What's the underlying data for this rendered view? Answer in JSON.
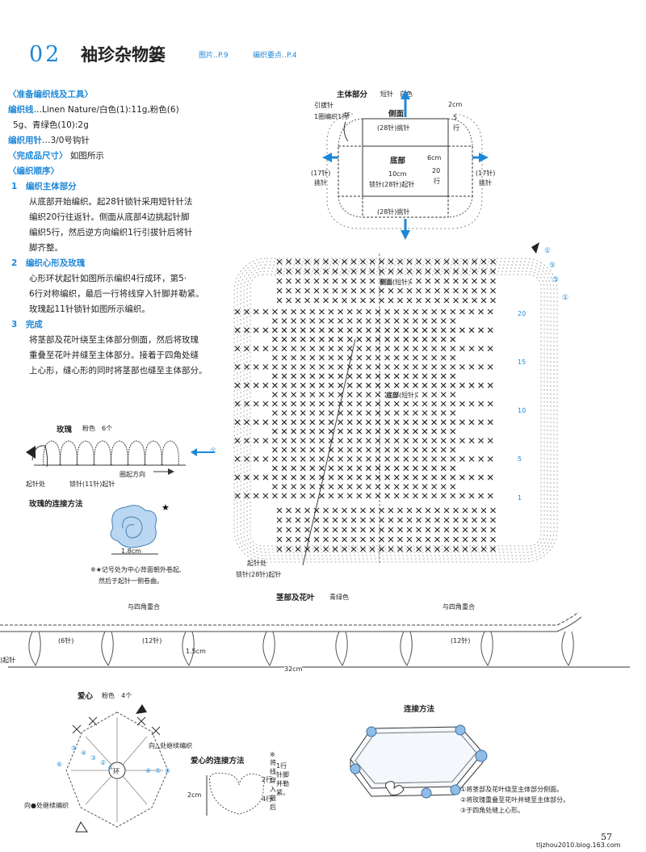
{
  "header": {
    "number": "02",
    "title": "袖珍杂物篓",
    "ref_photo": "图片‥P.9",
    "ref_points": "编织要点‥P.4"
  },
  "materials": {
    "h1": "〈准备编织线及工具〉",
    "yarn_label": "编织线",
    "yarn_text": "…Linen Nature/白色(1):11g,粉色(6)",
    "yarn_text2": "5g、青绿色(10):2g",
    "needle_label": "编织用针",
    "needle_text": "…3/0号钩针",
    "size_h": "〈完成品尺寸〉",
    "size_text": "如图所示",
    "order_h": "〈编织顺序〉"
  },
  "steps": [
    {
      "num": "1",
      "title": "编织主体部分",
      "lines": [
        "从底部开始编织。起28针锁针采用短针针法",
        "编织20行往返针。侧面从底部4边挑起针脚",
        "编织5行，然后逆方向编织1行引拔针后将针",
        "脚齐整。"
      ]
    },
    {
      "num": "2",
      "title": "编织心形及玫瑰",
      "lines": [
        "心形环状起针如图所示编织4行成环，第5·",
        "6行对称编织，最后一行将线穿入针脚并勒紧。",
        "玫瑰起11针锁针如图所示编织。"
      ]
    },
    {
      "num": "3",
      "title": "完成",
      "lines": [
        "将茎部及花叶绕至主体部分侧面，然后将玫瑰",
        "重叠至花叶并缝至主体部分。接着于四角处缝",
        "上心形，缝心形的同时将茎部也缝至主体部分。"
      ]
    }
  ],
  "body_diagram": {
    "title": "主体部分",
    "sub": "短针　白色",
    "slip": "引拔针",
    "slip2": "1圈编织1行",
    "side": "侧面",
    "bottom": "底部",
    "pick28": "(28针)挑针",
    "pick17": "(17针)",
    "pick17b": "挑针",
    "cm2": "2cm",
    "rows5": "5",
    "row_unit": "行",
    "cm6": "6cm",
    "rows20": "20",
    "cm10": "10cm",
    "chain28": "锁针(28针)起针",
    "ring": "环"
  },
  "chart": {
    "side_label": "侧面",
    "side_sub": "(短针)",
    "bottom_label": "底部",
    "bottom_sub": "(短针)",
    "start1": "起针处",
    "start2": "锁针(28针)起针",
    "row_markers": [
      "20",
      "15",
      "10",
      "5",
      "1"
    ],
    "side_rows": [
      "①",
      "⑤",
      "③",
      "①"
    ]
  },
  "rose": {
    "title": "玫瑰",
    "color": "粉色　6个",
    "dir": "圈起方向",
    "start": "起针处",
    "chain": "锁针(11针)起针",
    "attach_title": "玫瑰的连接方法",
    "size": "1.8cm",
    "note1": "※★记号处为中心背面朝外卷起,",
    "note2": "然后于起针一侧卷曲。",
    "one": "①"
  },
  "stem": {
    "title": "茎部及花叶",
    "color": "青绿色",
    "overlap": "与四角重合",
    "n6": "(6针)",
    "n12": "(12针)",
    "cm15": "1.5cm",
    "cm32": "32cm",
    "edge": ")起针"
  },
  "heart": {
    "title": "爱心",
    "color": "粉色　4个",
    "cont1": "向△处继续编织",
    "cont2": "向●处继续编织",
    "attach_title": "爱心的连接方法",
    "cm2": "2cm",
    "r2": "2行",
    "r4": "4行",
    "note1": "※ 将线穿入最后",
    "note2": "1行针脚并勒紧。",
    "nums": [
      "⑤",
      "④",
      "③",
      "②",
      "①",
      "环",
      "⑥",
      "⑥",
      "⑤",
      "④"
    ]
  },
  "assembly": {
    "title": "连接方法",
    "s1": "①将茎部及花叶绕至主体部分侧面。",
    "s2": "②将玫瑰重叠至花叶并缝至主体部分。",
    "s3": "③于四角处缝上心形。"
  },
  "footer": {
    "page": "57",
    "site": "tljzhou2010.blog.163.com"
  }
}
